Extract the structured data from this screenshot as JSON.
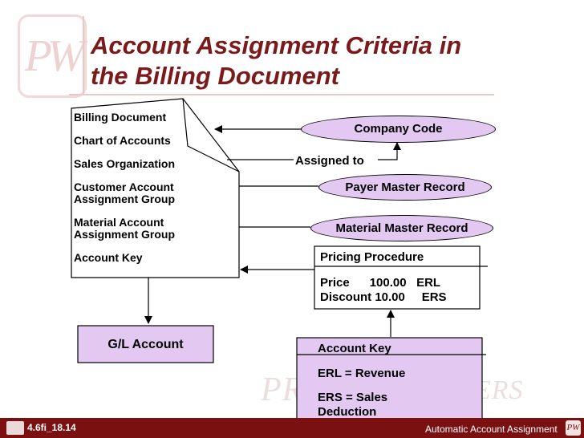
{
  "slide": {
    "title_line1": "Account Assignment Criteria in",
    "title_line2": "the Billing Document",
    "logo_text": "PW",
    "watermark_left": "PRI",
    "watermark_right": "COPERS"
  },
  "billing_document": {
    "items": [
      {
        "label": "Billing Document"
      },
      {
        "label": "Chart of Accounts"
      },
      {
        "label": "Sales Organization"
      },
      {
        "label": "Customer Account Assignment Group"
      },
      {
        "label": "Material Account Assignment Group"
      },
      {
        "label": "Account Key"
      }
    ]
  },
  "ovals": {
    "company_code": "Company Code",
    "payer_master": "Payer Master Record",
    "material_master": "Material Master Record"
  },
  "assigned_to": "Assigned to",
  "pricing_procedure": {
    "title": "Pricing Procedure",
    "row1": "Price      100.00   ERL",
    "row2": "Discount 10.00     ERS"
  },
  "account_key_box": {
    "title": "Account Key",
    "line1": "ERL = Revenue",
    "line2": "ERS = Sales Deduction"
  },
  "gl_account": "G/L Account",
  "footer": {
    "code": "4.6fi_18.14",
    "caption": "Automatic Account Assignment",
    "icon_text": "PW"
  },
  "colors": {
    "title": "#7b1a1a",
    "oval_fill": "#e3c8f2",
    "box_fill": "#e3c8f2",
    "footer_bar": "#7b1010"
  }
}
